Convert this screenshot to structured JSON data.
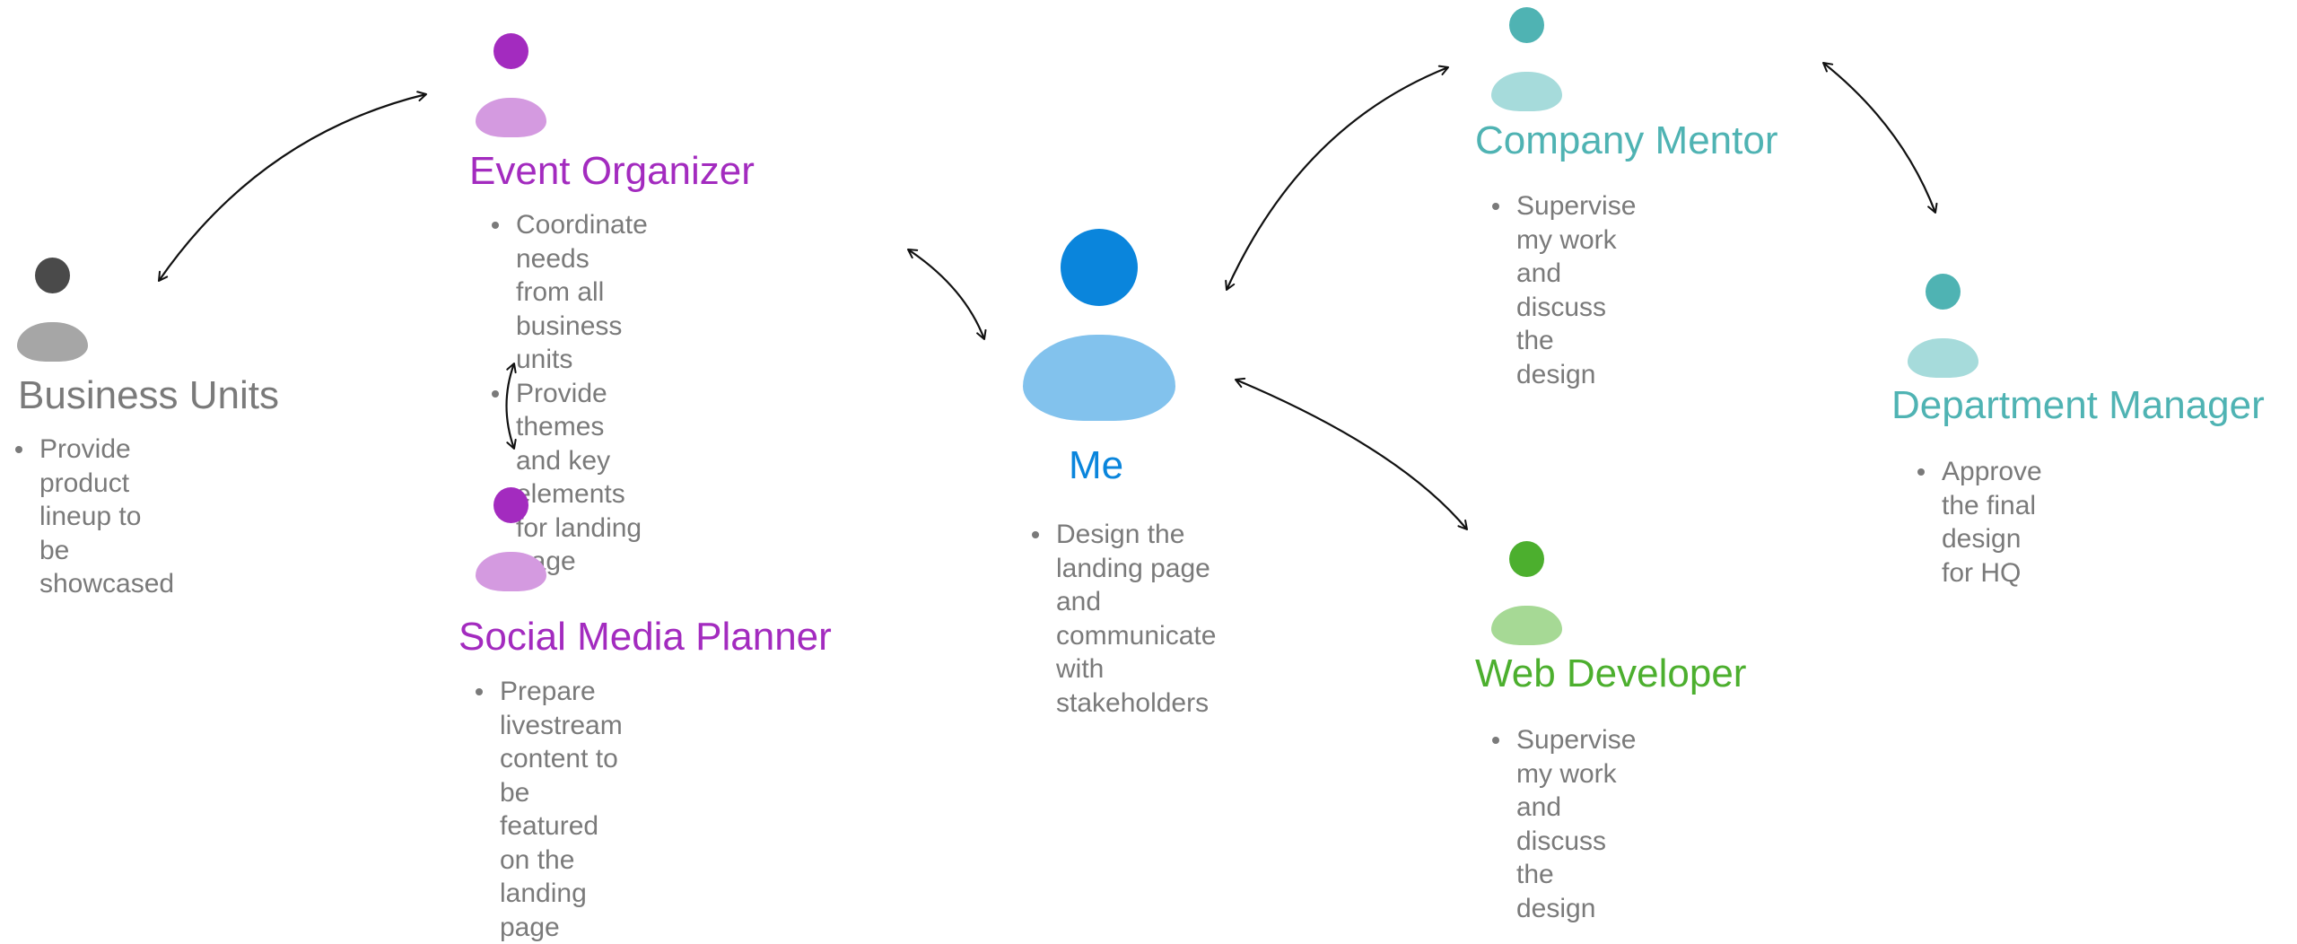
{
  "diagram": {
    "title": "Stakeholder map",
    "colors": {
      "text_gray": "#7a7a7a",
      "arrow": "#111111"
    },
    "nodes": [
      {
        "id": "business-units",
        "label": "Business Units",
        "color": "#7a7a7a",
        "head_color": "#4a4a4a",
        "body_color": "#a6a6a6",
        "bullets": [
          [
            "Provide product lineup to be",
            "showcased"
          ]
        ]
      },
      {
        "id": "event-organizer",
        "label": "Event Organizer",
        "color": "#a32bbf",
        "head_color": "#a32bbf",
        "body_color": "#d49ae0",
        "bullets": [
          [
            "Coordinate needs from all",
            "business units"
          ],
          [
            "Provide themes and key",
            "elements for landing page"
          ]
        ]
      },
      {
        "id": "social-media-planner",
        "label": "Social Media Planner",
        "color": "#a32bbf",
        "head_color": "#a32bbf",
        "body_color": "#d49ae0",
        "bullets": [
          [
            "Prepare livestream content to",
            "be featured on the landing",
            "page"
          ]
        ]
      },
      {
        "id": "me",
        "label": "Me",
        "color": "#0a85dc",
        "head_color": "#0a85dc",
        "body_color": "#82c2ed",
        "bullets": [
          [
            "Design the landing page",
            "and communicate with",
            "stakeholders"
          ]
        ]
      },
      {
        "id": "company-mentor",
        "label": "Company Mentor",
        "color": "#4fb3b3",
        "head_color": "#4fb3b3",
        "body_color": "#a6dbdb",
        "bullets": [
          [
            "Supervise my work and",
            "discuss the design"
          ]
        ]
      },
      {
        "id": "department-manager",
        "label": "Department Manager",
        "color": "#4fb3b3",
        "head_color": "#4fb3b3",
        "body_color": "#a6dbdb",
        "bullets": [
          [
            "Approve the final design",
            "for HQ"
          ]
        ]
      },
      {
        "id": "web-developer",
        "label": "Web Developer",
        "color": "#4caf2e",
        "head_color": "#4caf2e",
        "body_color": "#a6d995",
        "bullets": [
          [
            "Supervise my work and",
            "discuss the design"
          ]
        ]
      }
    ],
    "connections": [
      {
        "from": "business-units",
        "to": "event-organizer",
        "type": "bidirectional"
      },
      {
        "from": "event-organizer",
        "to": "social-media-planner",
        "type": "bidirectional"
      },
      {
        "from": "event-organizer",
        "to": "me",
        "type": "bidirectional"
      },
      {
        "from": "me",
        "to": "company-mentor",
        "type": "bidirectional"
      },
      {
        "from": "me",
        "to": "web-developer",
        "type": "bidirectional"
      },
      {
        "from": "company-mentor",
        "to": "department-manager",
        "type": "bidirectional"
      }
    ]
  }
}
